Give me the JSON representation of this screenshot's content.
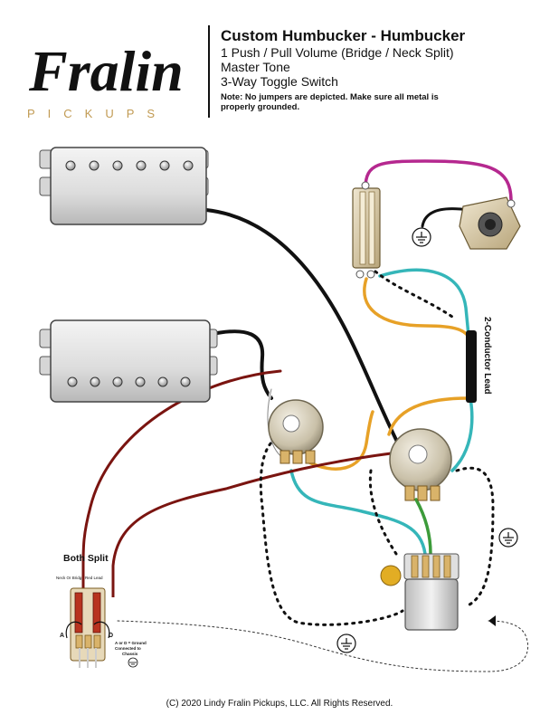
{
  "brand": {
    "name": "Fralin",
    "tagline": "PICKUPS",
    "accent_color": "#c19a52"
  },
  "header": {
    "title": "Custom Humbucker - Humbucker",
    "line1": "1 Push / Pull Volume (Bridge / Neck Split)",
    "line2": "Master Tone",
    "line3": "3-Way Toggle Switch",
    "note_line1": "Note: No jumpers are depicted.  Make sure all metal is",
    "note_line2": "properly grounded."
  },
  "labels": {
    "conductor_lead": "2-Conductor Lead",
    "both_split": "Both Split",
    "red_lead": "Neck Or Bridge Red Lead",
    "pin_a": "A",
    "pin_d": "D",
    "ground_note_1": "A or D = Ground",
    "ground_note_2": "Connected to",
    "ground_note_3": "Chassis"
  },
  "footer": {
    "copyright": "(C) 2020 Lindy Fralin Pickups, LLC. All Rights Reserved."
  },
  "colors": {
    "wire_black": "#111111",
    "wire_magenta": "#b5288f",
    "wire_teal": "#35b6b9",
    "wire_orange": "#e7a127",
    "wire_red": "#7a1410",
    "wire_green": "#3c9b3a",
    "pickup_body": "#e4e4e4",
    "pot_body": "#c9c0a8",
    "pot_lug": "#d9b36a",
    "ground_dot": "#222222"
  }
}
